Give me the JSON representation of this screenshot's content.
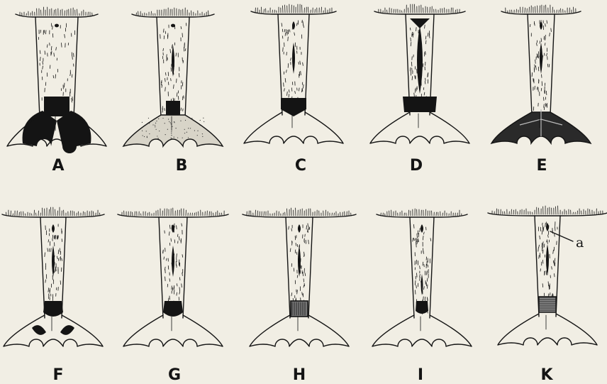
{
  "figure": {
    "panels": [
      {
        "id": "A",
        "label": "A"
      },
      {
        "id": "B",
        "label": "B"
      },
      {
        "id": "C",
        "label": "C"
      },
      {
        "id": "D",
        "label": "D"
      },
      {
        "id": "E",
        "label": "E"
      },
      {
        "id": "F",
        "label": "F"
      },
      {
        "id": "G",
        "label": "G"
      },
      {
        "id": "H",
        "label": "H"
      },
      {
        "id": "I",
        "label": "I"
      },
      {
        "id": "K",
        "label": "K"
      }
    ],
    "annotation": {
      "text": "a",
      "panel": "K"
    }
  },
  "colors": {
    "ink": "#141414",
    "paper": "#f1eee4",
    "stipple": "#d8d4c8"
  }
}
